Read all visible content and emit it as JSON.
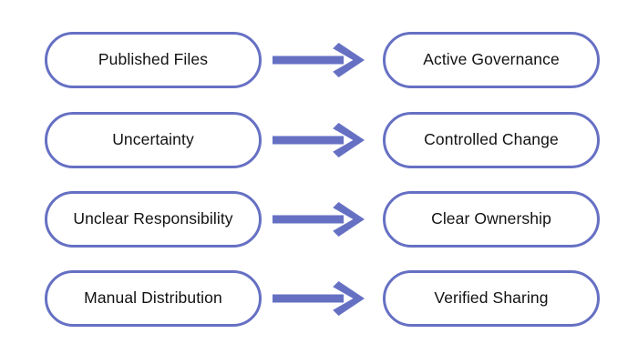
{
  "diagram": {
    "type": "transformation-flow",
    "orientation": "left-to-right",
    "title": "",
    "accent_color": "#6670c3",
    "text_color": "#121212",
    "background_color": "#ffffff",
    "arrow_icon_name": "arrow-right-icon",
    "rows": [
      {
        "source": "Published Files",
        "arrow": "→",
        "target": "Active Governance"
      },
      {
        "source": "Uncertainty",
        "arrow": "→",
        "target": "Controlled Change"
      },
      {
        "source": "Unclear Responsibility",
        "arrow": "→",
        "target": "Clear Ownership"
      },
      {
        "source": "Manual Distribution",
        "arrow": "→",
        "target": "Verified Sharing"
      }
    ]
  }
}
